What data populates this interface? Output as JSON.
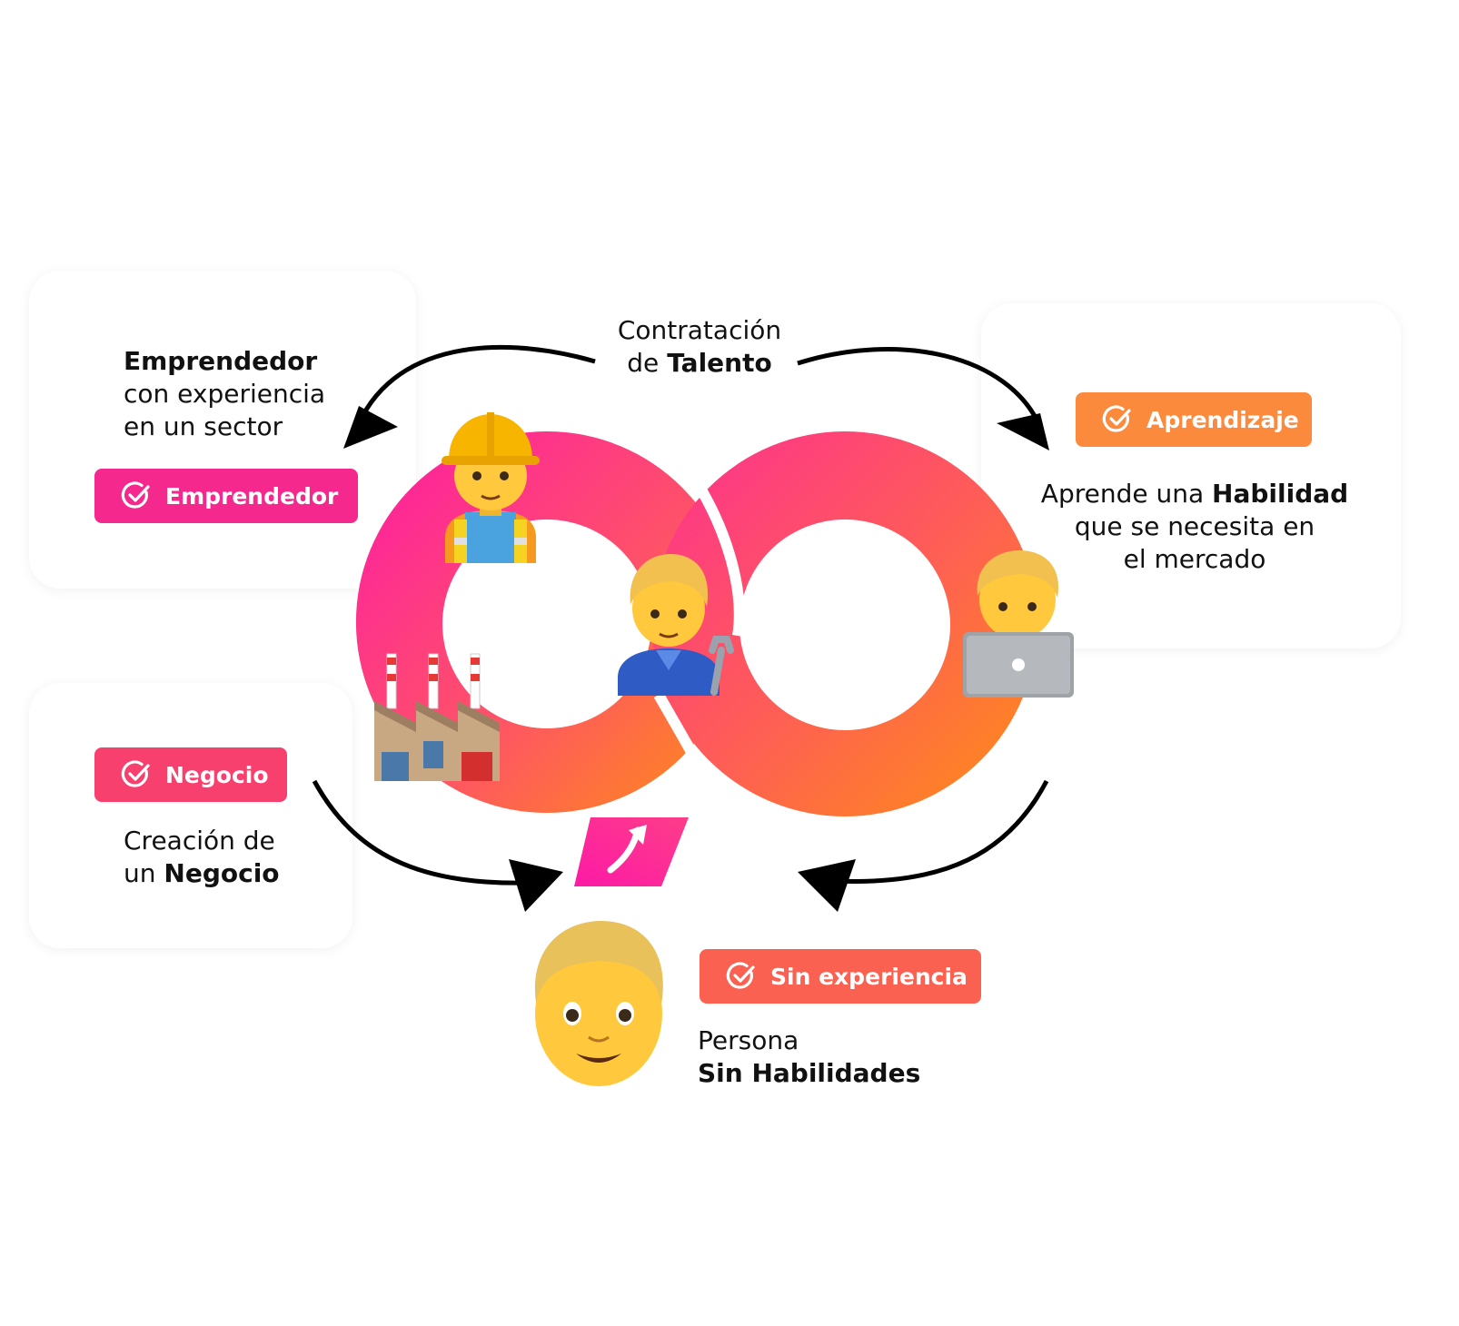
{
  "top_label": {
    "line1": "Contratación",
    "line2_pre": "de ",
    "line2_bold": "Talento"
  },
  "emprendedor": {
    "title_bold": "Emprendedor",
    "line2": "con experiencia",
    "line3": "en un sector",
    "badge": "Emprendedor",
    "badge_color": "#f5288e"
  },
  "aprendizaje": {
    "badge": "Aprendizaje",
    "badge_color": "#fb8a3c",
    "line1_pre": "Aprende una ",
    "line1_bold": "Habilidad",
    "line2": "que se necesita en",
    "line3": "el mercado"
  },
  "negocio": {
    "badge": "Negocio",
    "badge_color": "#f8406f",
    "line1": "Creación de",
    "line2_pre": "un ",
    "line2_bold": "Negocio"
  },
  "sin_experiencia": {
    "badge": "Sin experiencia",
    "badge_color": "#fb6150",
    "line1": "Persona",
    "line2_bold": "Sin Habilidades"
  },
  "colors": {
    "pink": "#fd2a98",
    "orange": "#fe8a1c",
    "coral": "#fe6a4c"
  },
  "icons": [
    "check-circle-icon",
    "construction-worker-icon",
    "mechanic-icon",
    "technologist-icon",
    "factory-icon",
    "man-face-icon",
    "arrow-up-icon"
  ]
}
